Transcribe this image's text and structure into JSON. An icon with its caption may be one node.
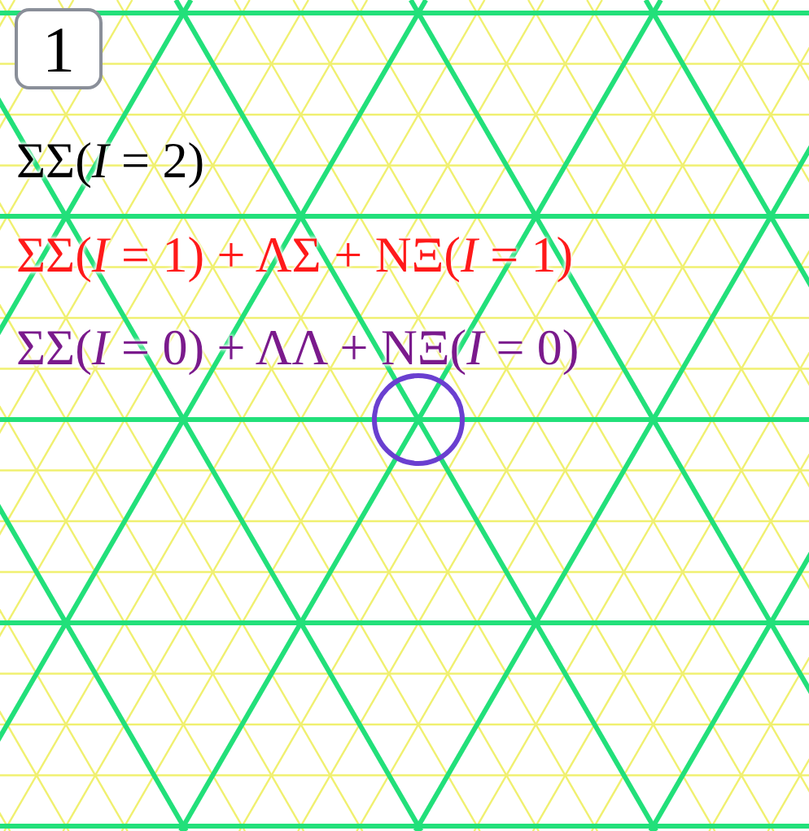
{
  "diagram": {
    "nodes": [
      {
        "text": [
          "1"
        ]
      }
    ],
    "labels": [
      "ΣΣ(*I* = 2)",
      "ΣΣ(*I* = 1) + ΛΣ + NΞ(*I* = 1)",
      "ΣΣ(*I* = 0) + ΛΛ + NΞ(*I* = 0)"
    ]
  }
}
